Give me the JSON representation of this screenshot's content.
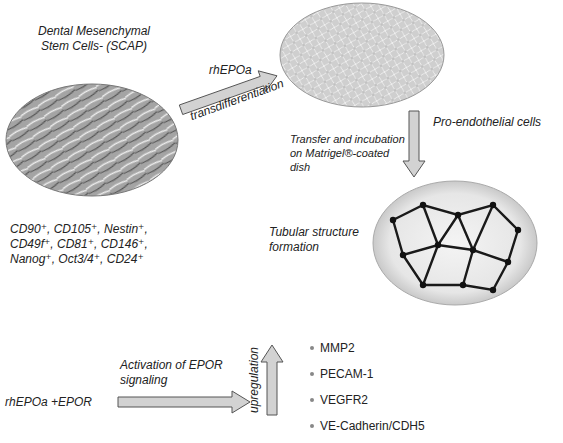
{
  "diagram": {
    "nodes": [
      {
        "text": [
          "Dental Mesenchymal Stem Cells- (SCAP)",
          "CD90⁺, CD105⁺, Nestin⁺, CD49f⁺, CD81⁺, CD146⁺, Nanog⁺, Oct3/4⁺, CD24⁺"
        ]
      },
      {
        "text": [
          "Pro-endothelial cells"
        ]
      },
      {
        "text": [
          "Tubular structure formation"
        ]
      }
    ],
    "edges": [
      {
        "from": 0,
        "to": 1,
        "arrow": "to",
        "label": "rhEPOa"
      },
      {
        "from": 1,
        "to": 2,
        "arrow": "to",
        "label": "Transfer and incubation on Matrigel®-coated dish"
      }
    ],
    "labels": [
      "transdifferentiation",
      "rhEPOa +EPOR",
      "Activation of EPOR signaling",
      "upregulation",
      "MMP2",
      "PECAM-1",
      "VEGFR2",
      "VE-Cadherin/CDH5"
    ]
  }
}
